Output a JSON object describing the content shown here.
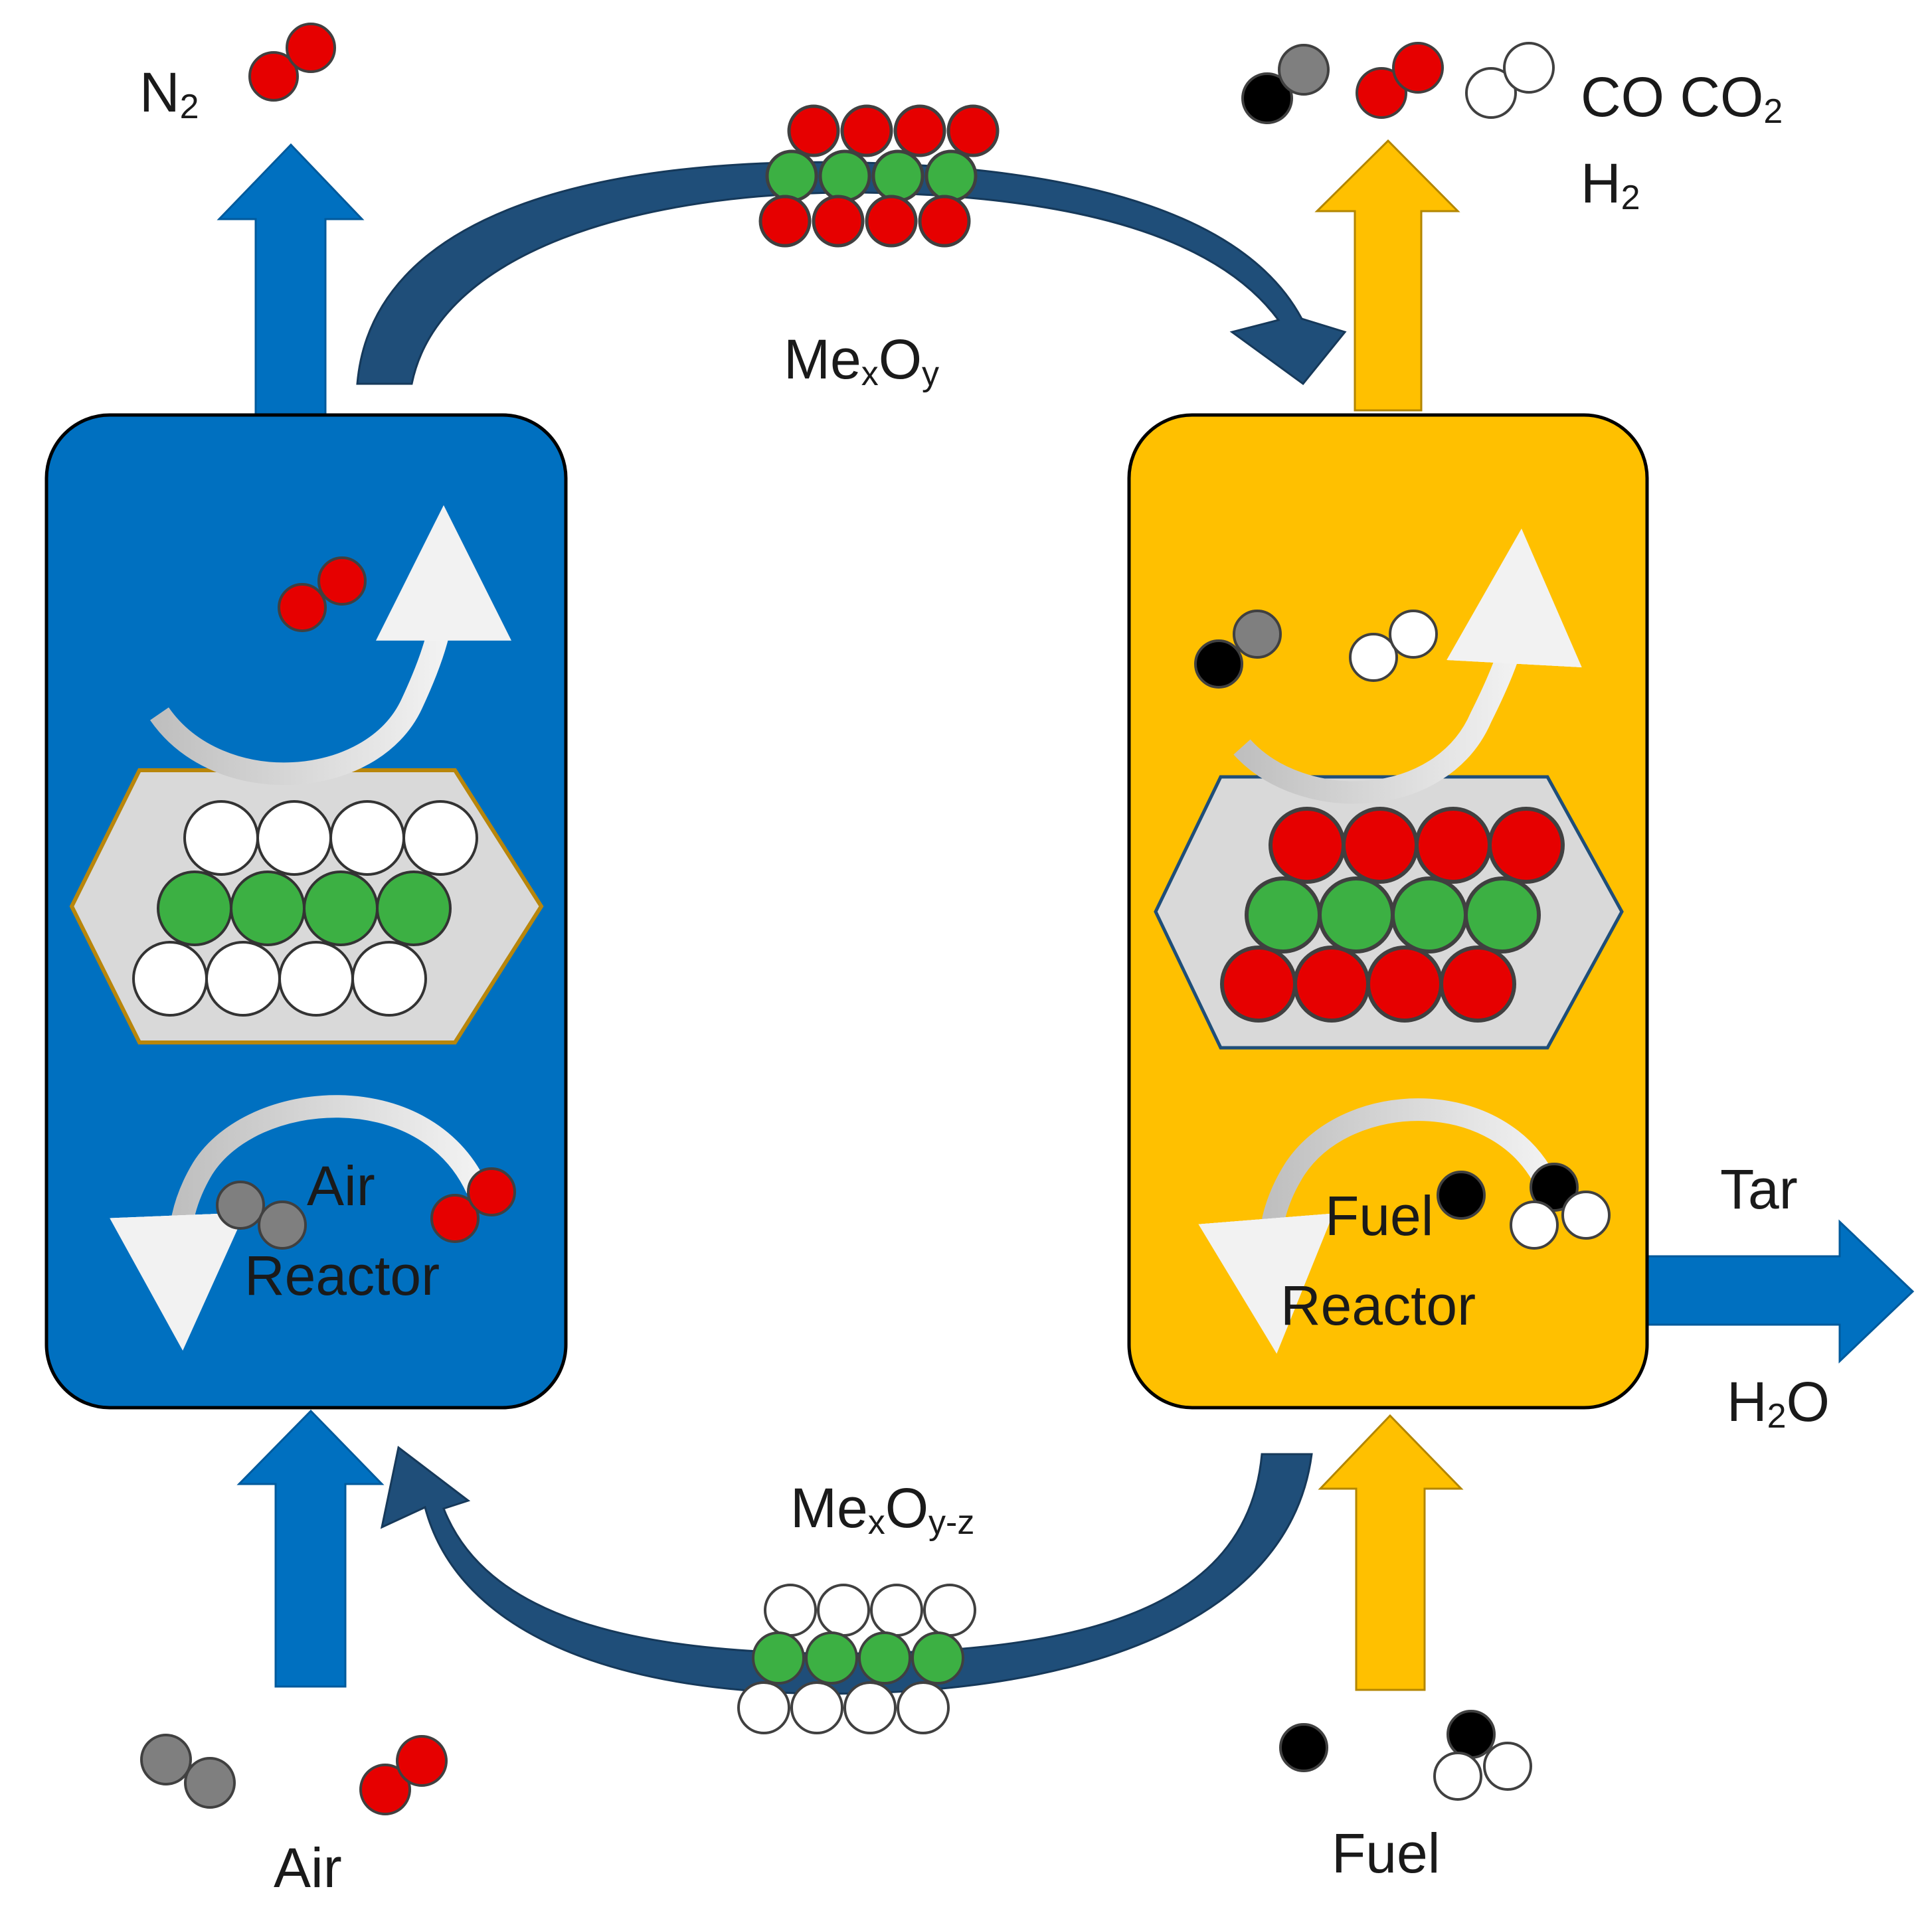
{
  "colors": {
    "air_blue": "#0070C0",
    "fuel_yellow": "#FFC000",
    "loop_arrow": "#1F4E79",
    "red_atom": "#E60000",
    "green_atom": "#3CB043",
    "grey_atom": "#7F7F7F",
    "black_atom": "#000000",
    "white_atom": "#FFFFFF",
    "hexagon": "#D9D9D9"
  },
  "labels": {
    "n2_base": "N",
    "n2_sub": "2",
    "co_co2_base": "CO CO",
    "co_co2_sub": "2",
    "h2_base": "H",
    "h2_sub": "2",
    "mexoy_me": "Me",
    "mexoy_x": "x",
    "mexoy_o": "O",
    "mexoy_y": "y",
    "mexoyz_me": "Me",
    "mexoyz_x": "x",
    "mexoyz_o": "O",
    "mexoyz_yz": "y-z",
    "air_reactor_line1": "Air",
    "air_reactor_line2": "Reactor",
    "fuel_reactor_line1": "Fuel",
    "fuel_reactor_line2": "Reactor",
    "tar": "Tar",
    "h2o_h": "H",
    "h2o_2": "2",
    "h2o_o": "O",
    "air_input": "Air",
    "fuel_input": "Fuel"
  }
}
